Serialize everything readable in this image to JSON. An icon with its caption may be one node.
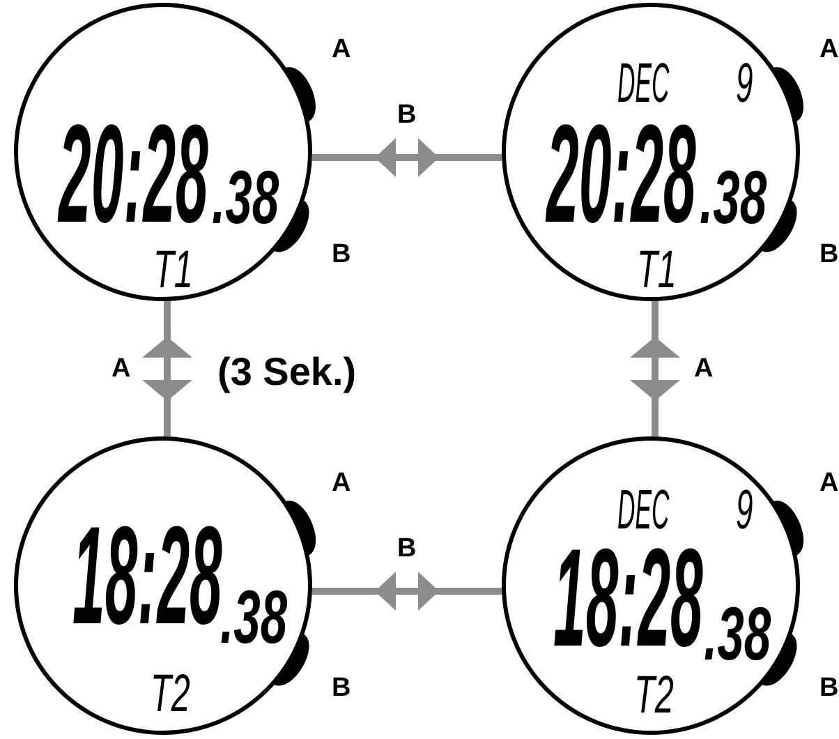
{
  "diagram": {
    "nodes": [
      {
        "text": [
          "20:28",
          ".38",
          "T1"
        ],
        "beside": [
          "A",
          "B"
        ]
      },
      {
        "text": [
          "DEC",
          "9",
          "20:28",
          ".38",
          "T1"
        ],
        "beside": [
          "A",
          "B"
        ]
      },
      {
        "text": [
          "18:28",
          ".38",
          "T2"
        ],
        "beside": [
          "A",
          "B"
        ]
      },
      {
        "text": [
          "DEC",
          "9",
          "18:28",
          ".38",
          "T2"
        ],
        "beside": [
          "A",
          "B"
        ]
      }
    ],
    "edges": [
      {
        "from": 0,
        "to": 1,
        "arrow": "both",
        "label": "B"
      },
      {
        "from": 0,
        "to": 2,
        "arrow": "both",
        "label": "A"
      },
      {
        "from": 1,
        "to": 3,
        "arrow": "both",
        "label": "A"
      },
      {
        "from": 2,
        "to": 3,
        "arrow": "both",
        "label": "B"
      }
    ],
    "labels": [
      "(3 Sek.)"
    ]
  }
}
